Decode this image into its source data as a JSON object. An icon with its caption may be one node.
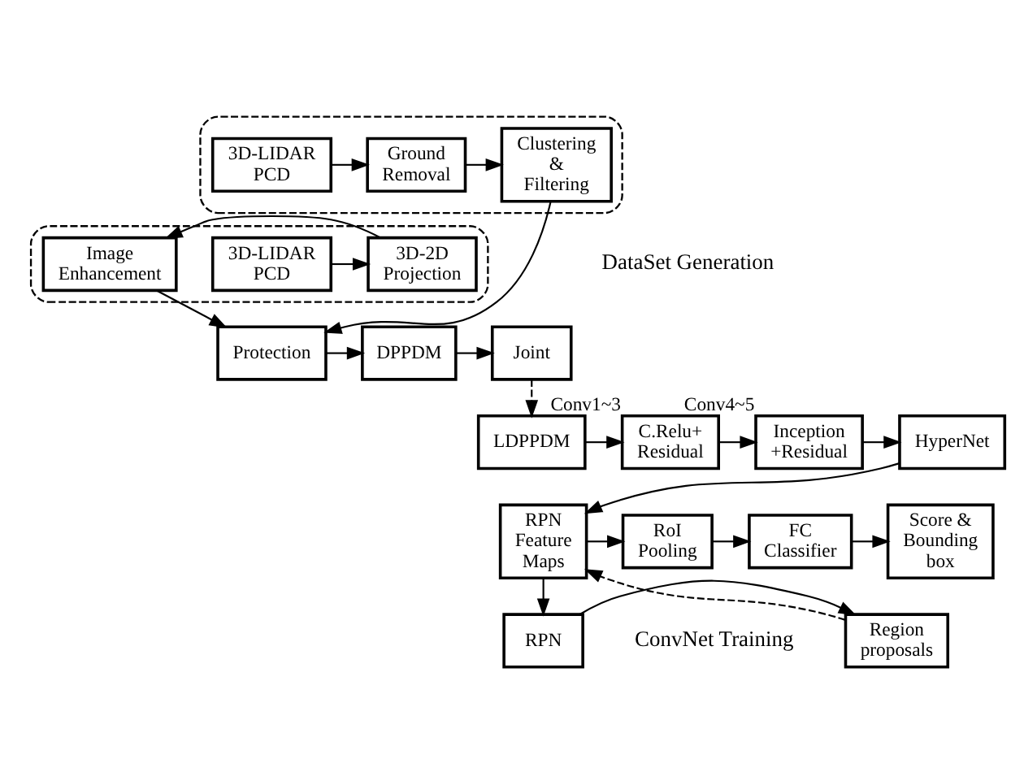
{
  "diagram": {
    "nodes": [
      {
        "text": [],
        "shape": "box"
      },
      {
        "text": [
          "3D-LIDAR PCD"
        ],
        "in": 0
      },
      {
        "text": [
          "Ground Removal"
        ],
        "in": 0
      },
      {
        "text": [
          "Clustering & Filtering"
        ],
        "in": 0
      },
      {
        "text": [],
        "shape": "box"
      },
      {
        "text": [
          "3D-LIDAR PCD"
        ],
        "in": 4
      },
      {
        "text": [
          "3D-2D Projection"
        ],
        "in": 4
      },
      {
        "text": [
          "Image Enhancement"
        ],
        "in": 4
      },
      {
        "text": [
          "Protection"
        ]
      },
      {
        "text": [
          "DPPDM"
        ]
      },
      {
        "text": [
          "Joint"
        ]
      },
      {
        "text": [
          "LDPPDM"
        ]
      },
      {
        "text": [
          "C.Relu+ Residual"
        ],
        "beside": [
          "Conv1~3"
        ]
      },
      {
        "text": [
          "Inception +Residual"
        ],
        "beside": [
          "Conv4~5"
        ]
      },
      {
        "text": [
          "HyperNet"
        ]
      },
      {
        "text": [
          "Score & Bounding box"
        ]
      },
      {
        "text": [
          "FC Classifier"
        ]
      },
      {
        "text": [
          "RoI Pooling"
        ]
      },
      {
        "text": [
          "RPN Feature Maps"
        ]
      },
      {
        "text": [
          "Region proposals"
        ]
      },
      {
        "text": [
          "RPN"
        ]
      }
    ],
    "edges": [
      {
        "from": 1,
        "to": 2,
        "arrow": "to"
      },
      {
        "from": 2,
        "to": 3,
        "arrow": "to"
      },
      {
        "from": 3,
        "to": 8,
        "arrow": "to"
      },
      {
        "from": 5,
        "to": 6,
        "arrow": "to"
      },
      {
        "from": 6,
        "to": 7,
        "arrow": "to"
      },
      {
        "from": 7,
        "to": 8,
        "arrow": "to"
      },
      {
        "from": 8,
        "to": 9,
        "arrow": "to"
      },
      {
        "from": 9,
        "to": 10,
        "arrow": "to"
      },
      {
        "from": 10,
        "to": 11,
        "arrow": "to",
        "style": "dashed"
      },
      {
        "from": 11,
        "to": 12,
        "arrow": "to"
      },
      {
        "from": 12,
        "to": 13,
        "arrow": "to"
      },
      {
        "from": 13,
        "to": 14,
        "arrow": "to"
      },
      {
        "from": 14,
        "to": 18,
        "arrow": "to"
      },
      {
        "from": 18,
        "to": 17,
        "arrow": "to"
      },
      {
        "from": 17,
        "to": 16,
        "arrow": "to"
      },
      {
        "from": 16,
        "to": 15,
        "arrow": "to"
      },
      {
        "from": 18,
        "to": 20,
        "arrow": "to"
      },
      {
        "from": 20,
        "to": 19,
        "arrow": "to"
      },
      {
        "from": 19,
        "to": 18,
        "arrow": "to",
        "style": "dashed"
      }
    ],
    "labels": [
      "DataSet Generation",
      "ConvNet Training"
    ]
  }
}
